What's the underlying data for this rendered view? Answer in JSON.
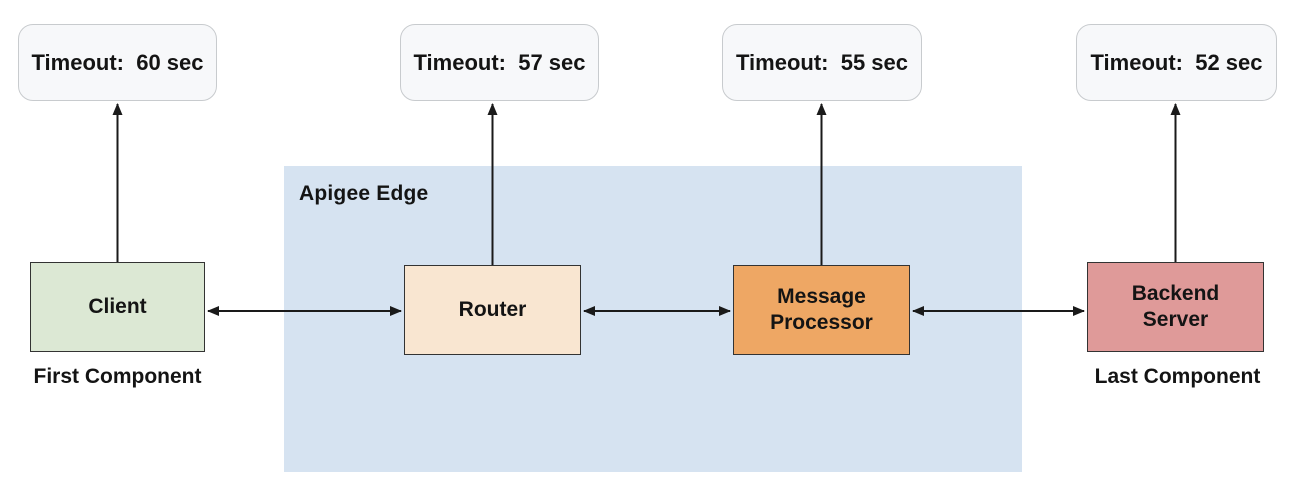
{
  "region": {
    "label": "Apigee Edge",
    "color": "#d6e3f1"
  },
  "timeouts": [
    {
      "label": "Timeout:  60 sec"
    },
    {
      "label": "Timeout:  57 sec"
    },
    {
      "label": "Timeout:  55 sec"
    },
    {
      "label": "Timeout:  52 sec"
    }
  ],
  "components": [
    {
      "name": "Client",
      "caption": "First Component",
      "color": "#dce8d4"
    },
    {
      "name": "Router",
      "color": "#f9e6d1"
    },
    {
      "name": "Message Processor",
      "color": "#eea764"
    },
    {
      "name": "Backend Server",
      "caption": "Last Component",
      "color": "#df9a99"
    }
  ],
  "colors": {
    "arrow": "#1a1a1a",
    "timeout_box_bg": "#f7f8fa",
    "timeout_box_border": "#c8cbce",
    "text": "#141414",
    "component_border": "#333333"
  }
}
